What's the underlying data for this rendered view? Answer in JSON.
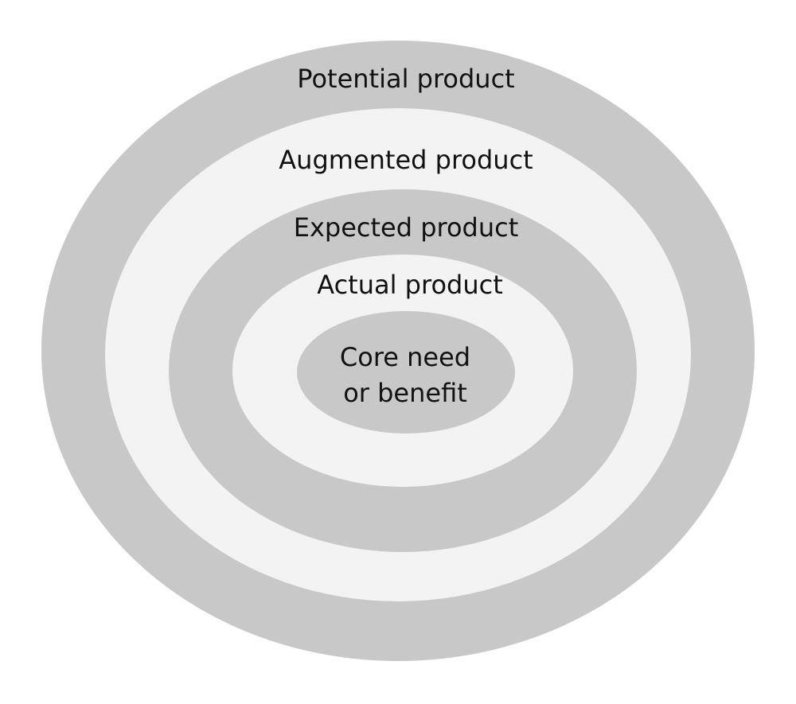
{
  "diagram": {
    "layers": [
      {
        "id": "potential",
        "label": "Potential product",
        "color": "#c8c8c8"
      },
      {
        "id": "augmented",
        "label": "Augmented product",
        "color": "#f3f3f3"
      },
      {
        "id": "expected",
        "label": "Expected product",
        "color": "#c8c8c8"
      },
      {
        "id": "actual",
        "label": "Actual product",
        "color": "#f3f3f3"
      },
      {
        "id": "core",
        "label_lines": [
          "Core need",
          "or benefit"
        ],
        "color": "#c8c8c8"
      }
    ]
  }
}
